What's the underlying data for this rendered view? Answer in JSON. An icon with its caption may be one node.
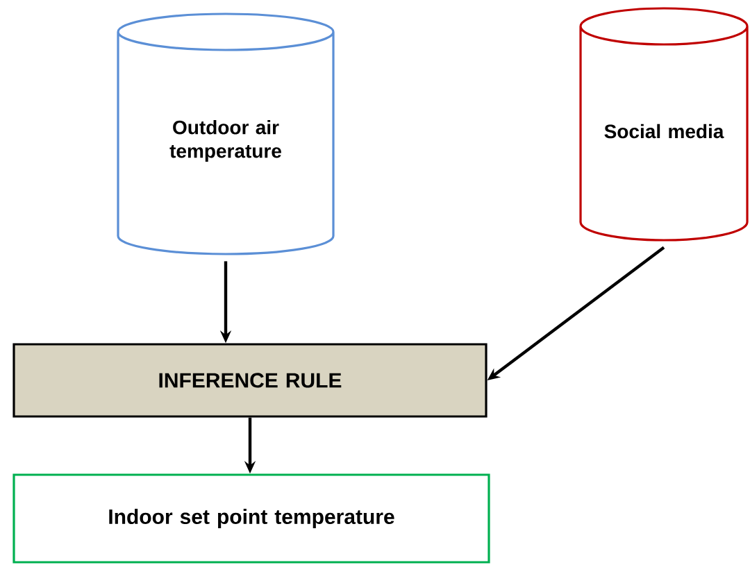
{
  "diagram": {
    "nodes": [
      {
        "text": [
          "Outdoor air temperature"
        ]
      },
      {
        "text": [
          "Social media"
        ]
      },
      {
        "text": [
          "INFERENCE RULE"
        ]
      },
      {
        "text": [
          "Indoor set point temperature"
        ]
      }
    ],
    "edges": [
      {
        "from": 0,
        "to": 2,
        "arrow": "to"
      },
      {
        "from": 1,
        "to": 2,
        "arrow": "to"
      },
      {
        "from": 2,
        "to": 3,
        "arrow": "to"
      }
    ]
  }
}
